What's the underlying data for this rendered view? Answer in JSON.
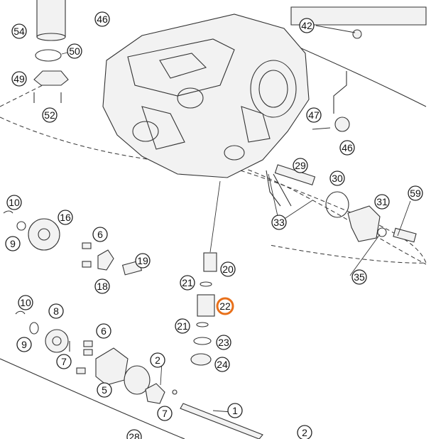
{
  "highlight_color": "#e8701a",
  "callouts": {
    "c54": "54",
    "c46a": "46",
    "c42": "42",
    "c50": "50",
    "c49": "49",
    "c52": "52",
    "c47": "47",
    "c46b": "46",
    "c29": "29",
    "c30": "30",
    "c10a": "10",
    "c16": "16",
    "c9a": "9",
    "c6a": "6",
    "c33": "33",
    "c31": "31",
    "c59": "59",
    "c19": "19",
    "c18": "18",
    "c20": "20",
    "c21a": "21",
    "c35": "35",
    "c10b": "10",
    "c8": "8",
    "c22": "22",
    "c21b": "21",
    "c6b": "6",
    "c23": "23",
    "c9b": "9",
    "c2a": "2",
    "c7a": "7",
    "c24": "24",
    "c5": "5",
    "c7b": "7",
    "c1": "1",
    "c28": "28",
    "c2b": "2"
  }
}
